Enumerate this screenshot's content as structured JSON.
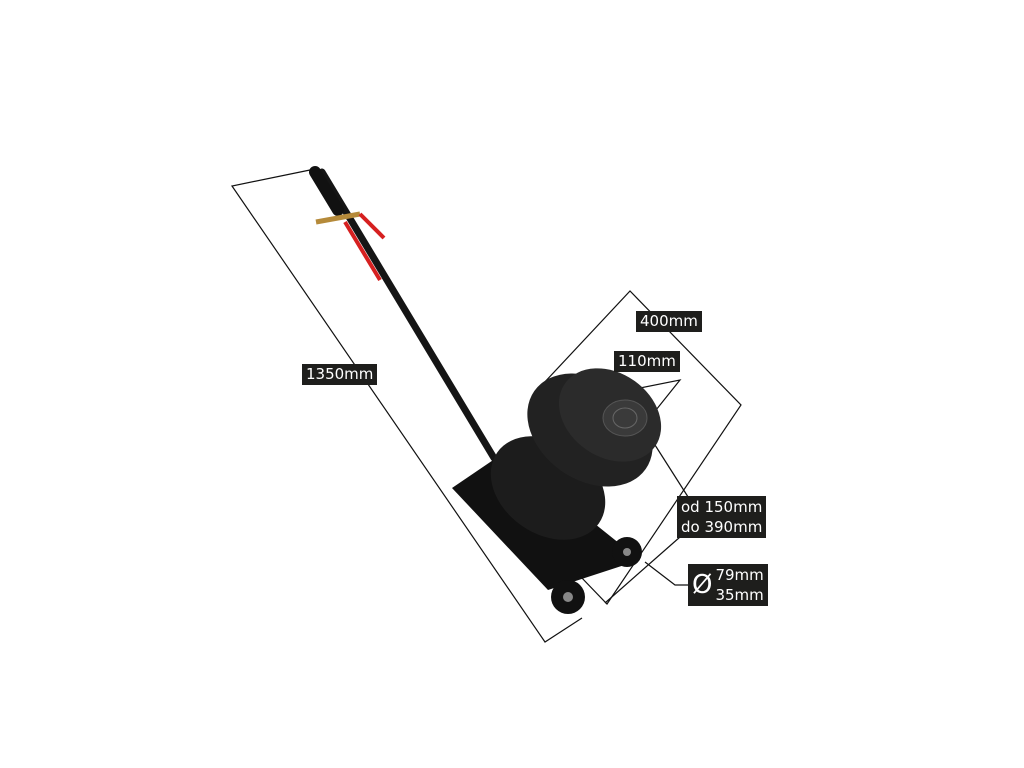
{
  "dimensions": {
    "length": "1350mm",
    "width": "400mm",
    "pad_diameter": "110mm",
    "height_range": [
      "od 150mm",
      "do 390mm"
    ],
    "wheel": {
      "symbol": "Ø",
      "diameter": "79mm",
      "width": "35mm"
    }
  },
  "colors": {
    "label_bg": "#1e1e1c",
    "label_text": "#ffffff",
    "product": "#1a1a1a",
    "valve": "#d62020"
  }
}
